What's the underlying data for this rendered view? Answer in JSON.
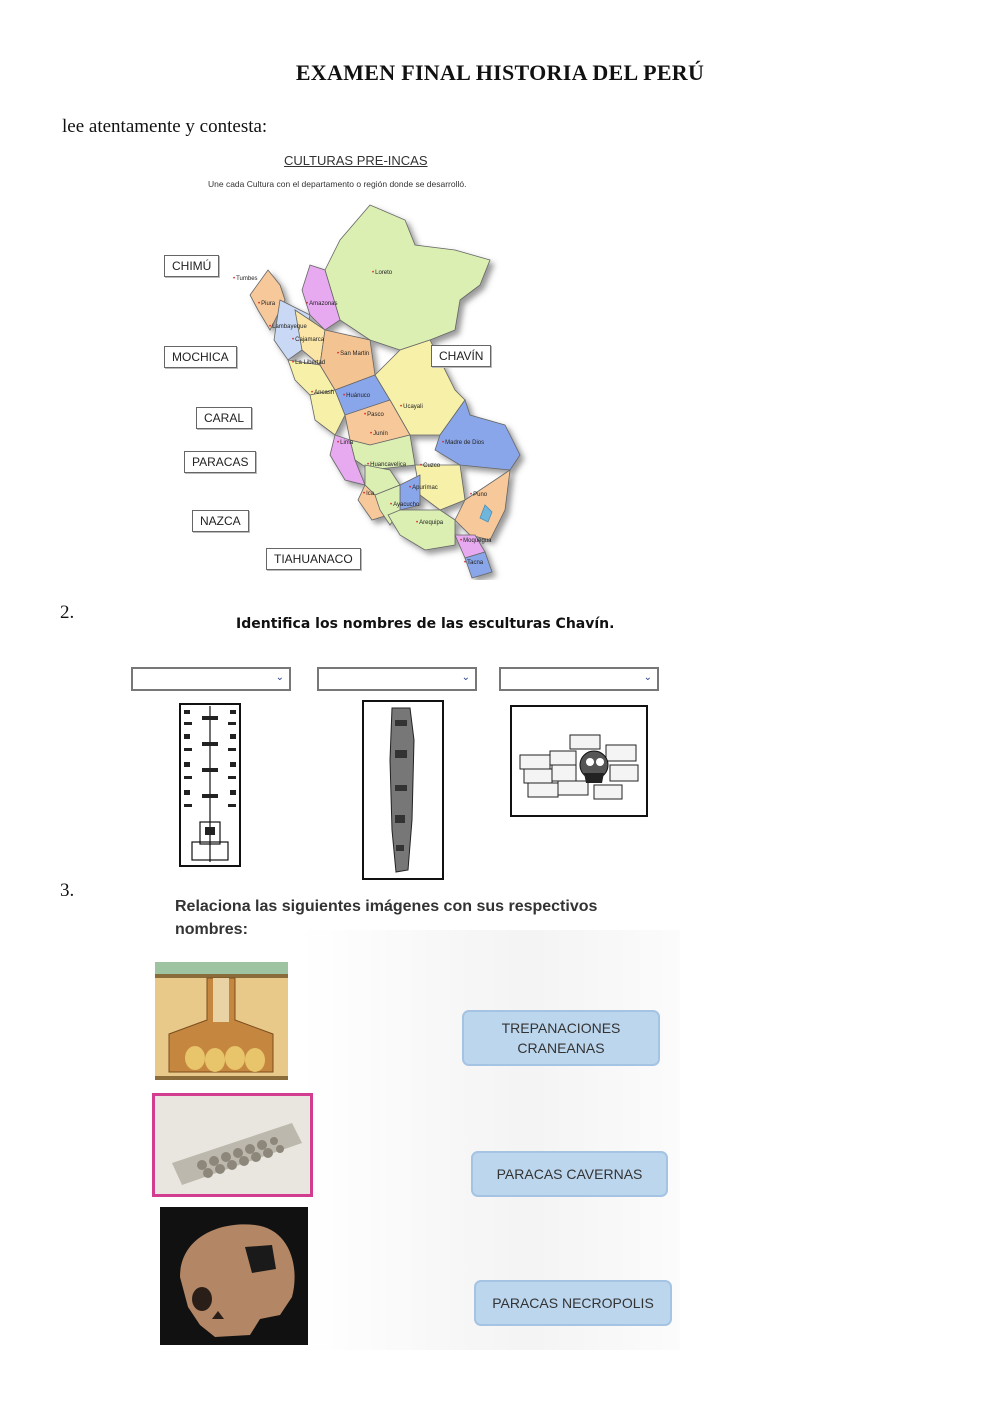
{
  "title": "EXAMEN FINAL HISTORIA DEL PERÚ",
  "intro": "lee atentamente y contesta:",
  "q1": {
    "heading": "CULTURAS PRE-INCAS",
    "instruction": "Une cada Cultura con el departamento o región donde se desarrolló.",
    "cultures": [
      "CHIMÚ",
      "MOCHICA",
      "CHAVÍN",
      "CARAL",
      "PARACAS",
      "NAZCA",
      "TIAHUANACO"
    ],
    "regions": [
      "Tumbes",
      "Piura",
      "Amazonas",
      "Loreto",
      "Lambayeque",
      "Cajamarca",
      "La Libertad",
      "San Martin",
      "Ancash",
      "Huánuco",
      "Pasco",
      "Ucayali",
      "Junín",
      "Lima",
      "Madre de Dios",
      "Huancavelica",
      "Cuzco",
      "Ica",
      "Apurímac",
      "Ayacucho",
      "Puno",
      "Arequipa",
      "Moquegua",
      "Tacna"
    ]
  },
  "q2": {
    "number": "2.",
    "heading": "Identifica los nombres de las esculturas Chavín.",
    "dropdowns": [
      "",
      "",
      ""
    ],
    "images": [
      "stela-sculpture",
      "lanzon-sculpture",
      "clava-head-wall"
    ]
  },
  "q3": {
    "number": "3.",
    "heading": "Relaciona las siguientes imágenes con sus respectivos nombres:",
    "answers": [
      "TREPANACIONES\nCRANEANAS",
      "PARACAS CAVERNAS",
      "PARACAS NECROPOLIS"
    ],
    "answer_lines": [
      [
        "TREPANACIONES",
        "CRANEANAS"
      ],
      [
        "PARACAS CAVERNAS"
      ],
      [
        "PARACAS NECROPOLIS"
      ]
    ],
    "images": [
      "cavern-tomb",
      "necropolis-bundles",
      "trepanned-skull"
    ]
  },
  "colors": {
    "answer_bg": "#bcd6ee",
    "dropdown_chevron": "#2a3f8f",
    "photo_frame": "#d33d8f"
  }
}
